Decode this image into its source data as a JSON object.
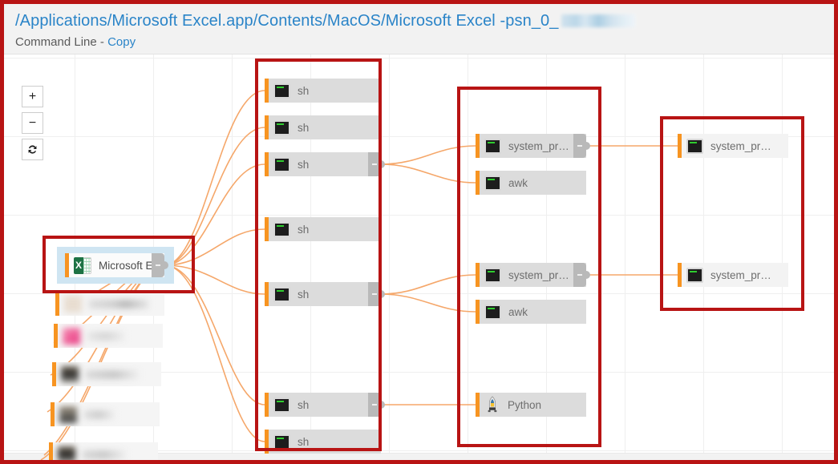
{
  "header": {
    "command_line": "/Applications/Microsoft Excel.app/Contents/MacOS/Microsoft Excel -psn_0_",
    "redacted_suffix": "",
    "subtitle_label": "Command Line -",
    "copy_link": "Copy"
  },
  "zoom_controls": [
    {
      "name": "zoom-in",
      "glyph": "+"
    },
    {
      "name": "zoom-out",
      "glyph": "−"
    },
    {
      "name": "reset",
      "glyph": ""
    }
  ],
  "graph": {
    "root": {
      "label": "Microsoft E…",
      "icon": "excel-icon",
      "selected": true
    },
    "column_sh": [
      {
        "label": "sh",
        "icon": "terminal-icon",
        "handle": false
      },
      {
        "label": "sh",
        "icon": "terminal-icon",
        "handle": false
      },
      {
        "label": "sh",
        "icon": "terminal-icon",
        "handle": true
      },
      {
        "label": "sh",
        "icon": "terminal-icon",
        "handle": false
      },
      {
        "label": "sh",
        "icon": "terminal-icon",
        "handle": true
      },
      {
        "label": "sh",
        "icon": "terminal-icon",
        "handle": true
      },
      {
        "label": "sh",
        "icon": "terminal-icon",
        "handle": false
      }
    ],
    "column_mid": [
      {
        "label": "system_pr…",
        "icon": "terminal-icon",
        "handle": true
      },
      {
        "label": "awk",
        "icon": "terminal-icon",
        "handle": false
      },
      {
        "label": "system_pr…",
        "icon": "terminal-icon",
        "handle": true
      },
      {
        "label": "awk",
        "icon": "terminal-icon",
        "handle": false
      },
      {
        "label": "Python",
        "icon": "python-icon",
        "handle": false
      }
    ],
    "column_right": [
      {
        "label": "system_pr…",
        "icon": "terminal-icon",
        "handle": false
      },
      {
        "label": "system_pr…",
        "icon": "terminal-icon",
        "handle": false
      }
    ],
    "redacted_children_count": 5
  },
  "colors": {
    "annotation": "#b81414",
    "edge": "#f5a76a",
    "node_accent": "#f79421",
    "link": "#2a84c8",
    "node_body": "#dcdcdc",
    "selection": "#cfe5f2"
  }
}
